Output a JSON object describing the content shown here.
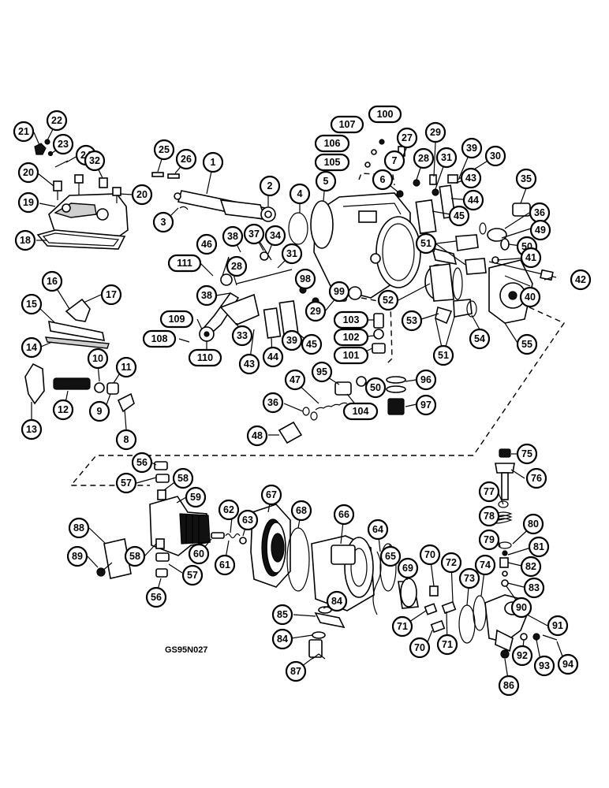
{
  "diagram": {
    "reference_code": "GS95N027",
    "callouts": [
      {
        "id": "c1",
        "label": "1"
      },
      {
        "id": "c2",
        "label": "2"
      },
      {
        "id": "c3",
        "label": "3"
      },
      {
        "id": "c4",
        "label": "4"
      },
      {
        "id": "c5",
        "label": "5"
      },
      {
        "id": "c6",
        "label": "6"
      },
      {
        "id": "c7",
        "label": "7"
      },
      {
        "id": "c8",
        "label": "8"
      },
      {
        "id": "c9",
        "label": "9"
      },
      {
        "id": "c10",
        "label": "10"
      },
      {
        "id": "c11",
        "label": "11"
      },
      {
        "id": "c12",
        "label": "12"
      },
      {
        "id": "c13",
        "label": "13"
      },
      {
        "id": "c14",
        "label": "14"
      },
      {
        "id": "c15",
        "label": "15"
      },
      {
        "id": "c16",
        "label": "16"
      },
      {
        "id": "c17",
        "label": "17"
      },
      {
        "id": "c18",
        "label": "18"
      },
      {
        "id": "c19",
        "label": "19"
      },
      {
        "id": "c20a",
        "label": "20"
      },
      {
        "id": "c20b",
        "label": "20"
      },
      {
        "id": "c21",
        "label": "21"
      },
      {
        "id": "c22",
        "label": "22"
      },
      {
        "id": "c23",
        "label": "23"
      },
      {
        "id": "c24",
        "label": "24"
      },
      {
        "id": "c25",
        "label": "25"
      },
      {
        "id": "c26",
        "label": "26"
      },
      {
        "id": "c27",
        "label": "27"
      },
      {
        "id": "c28a",
        "label": "28"
      },
      {
        "id": "c28b",
        "label": "28"
      },
      {
        "id": "c29a",
        "label": "29"
      },
      {
        "id": "c29b",
        "label": "29"
      },
      {
        "id": "c30",
        "label": "30"
      },
      {
        "id": "c31a",
        "label": "31"
      },
      {
        "id": "c31b",
        "label": "31"
      },
      {
        "id": "c32",
        "label": "32"
      },
      {
        "id": "c33",
        "label": "33"
      },
      {
        "id": "c34",
        "label": "34"
      },
      {
        "id": "c35",
        "label": "35"
      },
      {
        "id": "c36a",
        "label": "36"
      },
      {
        "id": "c36b",
        "label": "36"
      },
      {
        "id": "c37",
        "label": "37"
      },
      {
        "id": "c38a",
        "label": "38"
      },
      {
        "id": "c38b",
        "label": "38"
      },
      {
        "id": "c39a",
        "label": "39"
      },
      {
        "id": "c39b",
        "label": "39"
      },
      {
        "id": "c40",
        "label": "40"
      },
      {
        "id": "c41",
        "label": "41"
      },
      {
        "id": "c42",
        "label": "42"
      },
      {
        "id": "c43a",
        "label": "43"
      },
      {
        "id": "c43b",
        "label": "43"
      },
      {
        "id": "c44a",
        "label": "44"
      },
      {
        "id": "c44b",
        "label": "44"
      },
      {
        "id": "c45a",
        "label": "45"
      },
      {
        "id": "c45b",
        "label": "45"
      },
      {
        "id": "c46",
        "label": "46"
      },
      {
        "id": "c47",
        "label": "47"
      },
      {
        "id": "c48",
        "label": "48"
      },
      {
        "id": "c49",
        "label": "49"
      },
      {
        "id": "c50a",
        "label": "50"
      },
      {
        "id": "c50b",
        "label": "50"
      },
      {
        "id": "c51a",
        "label": "51"
      },
      {
        "id": "c51b",
        "label": "51"
      },
      {
        "id": "c52",
        "label": "52"
      },
      {
        "id": "c53",
        "label": "53"
      },
      {
        "id": "c54",
        "label": "54"
      },
      {
        "id": "c55",
        "label": "55"
      },
      {
        "id": "c56a",
        "label": "56"
      },
      {
        "id": "c56b",
        "label": "56"
      },
      {
        "id": "c57a",
        "label": "57"
      },
      {
        "id": "c57b",
        "label": "57"
      },
      {
        "id": "c58a",
        "label": "58"
      },
      {
        "id": "c58b",
        "label": "58"
      },
      {
        "id": "c59",
        "label": "59"
      },
      {
        "id": "c60",
        "label": "60"
      },
      {
        "id": "c61",
        "label": "61"
      },
      {
        "id": "c62",
        "label": "62"
      },
      {
        "id": "c63",
        "label": "63"
      },
      {
        "id": "c64",
        "label": "64"
      },
      {
        "id": "c65",
        "label": "65"
      },
      {
        "id": "c66",
        "label": "66"
      },
      {
        "id": "c67",
        "label": "67"
      },
      {
        "id": "c68",
        "label": "68"
      },
      {
        "id": "c69",
        "label": "69"
      },
      {
        "id": "c70a",
        "label": "70"
      },
      {
        "id": "c70b",
        "label": "70"
      },
      {
        "id": "c71a",
        "label": "71"
      },
      {
        "id": "c71b",
        "label": "71"
      },
      {
        "id": "c72",
        "label": "72"
      },
      {
        "id": "c73",
        "label": "73"
      },
      {
        "id": "c74",
        "label": "74"
      },
      {
        "id": "c75",
        "label": "75"
      },
      {
        "id": "c76",
        "label": "76"
      },
      {
        "id": "c77",
        "label": "77"
      },
      {
        "id": "c78",
        "label": "78"
      },
      {
        "id": "c79",
        "label": "79"
      },
      {
        "id": "c80",
        "label": "80"
      },
      {
        "id": "c81",
        "label": "81"
      },
      {
        "id": "c82",
        "label": "82"
      },
      {
        "id": "c83",
        "label": "83"
      },
      {
        "id": "c84a",
        "label": "84"
      },
      {
        "id": "c84b",
        "label": "84"
      },
      {
        "id": "c85",
        "label": "85"
      },
      {
        "id": "c86",
        "label": "86"
      },
      {
        "id": "c87",
        "label": "87"
      },
      {
        "id": "c88",
        "label": "88"
      },
      {
        "id": "c89",
        "label": "89"
      },
      {
        "id": "c90",
        "label": "90"
      },
      {
        "id": "c91",
        "label": "91"
      },
      {
        "id": "c92",
        "label": "92"
      },
      {
        "id": "c93",
        "label": "93"
      },
      {
        "id": "c94",
        "label": "94"
      },
      {
        "id": "c95",
        "label": "95"
      },
      {
        "id": "c96",
        "label": "96"
      },
      {
        "id": "c97",
        "label": "97"
      },
      {
        "id": "c98",
        "label": "98"
      },
      {
        "id": "c99",
        "label": "99"
      },
      {
        "id": "c100",
        "label": "100"
      },
      {
        "id": "c101",
        "label": "101"
      },
      {
        "id": "c102",
        "label": "102"
      },
      {
        "id": "c103",
        "label": "103"
      },
      {
        "id": "c104",
        "label": "104"
      },
      {
        "id": "c105",
        "label": "105"
      },
      {
        "id": "c106",
        "label": "106"
      },
      {
        "id": "c107",
        "label": "107"
      },
      {
        "id": "c108",
        "label": "108"
      },
      {
        "id": "c109",
        "label": "109"
      },
      {
        "id": "c110",
        "label": "110"
      },
      {
        "id": "c111",
        "label": "111"
      }
    ]
  }
}
